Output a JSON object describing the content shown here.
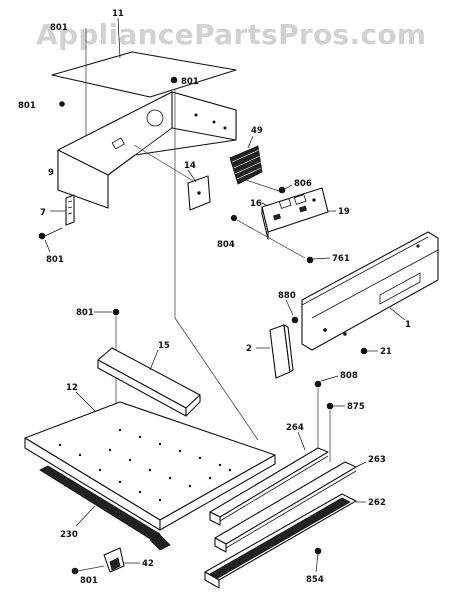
{
  "watermark": "AppliancePartsPros.com",
  "callouts": {
    "c11": "11",
    "c801_top": "801",
    "c801_panel": "801",
    "c801_left": "801",
    "c9": "9",
    "c7": "7",
    "c801_lower_left": "801",
    "c14": "14",
    "c49": "49",
    "c806": "806",
    "c16": "16",
    "c19": "19",
    "c804": "804",
    "c761": "761",
    "c1": "1",
    "c880": "880",
    "c2": "2",
    "c21": "21",
    "c801_mid": "801",
    "c15": "15",
    "c12": "12",
    "c808": "808",
    "c875": "875",
    "c264": "264",
    "c263": "263",
    "c262": "262",
    "c230": "230",
    "c42": "42",
    "c801_bottom": "801",
    "c854": "854"
  }
}
